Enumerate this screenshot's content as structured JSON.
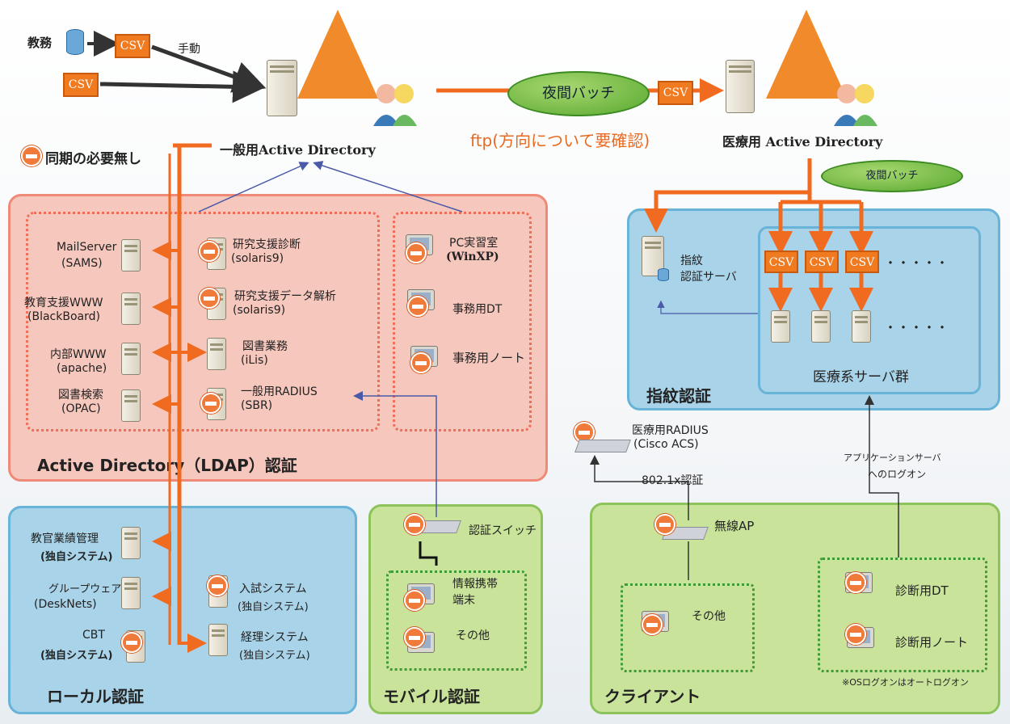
{
  "top": {
    "left_db_label": "教務",
    "csv": "CSV",
    "manual": "手動",
    "general_ad": "一般用Active Directory",
    "night_batch": "夜間バッチ",
    "ftp_note": "ftp(方向について要確認)",
    "medical_ad": "医療用 Active Directory",
    "night_batch_small": "夜間バッチ"
  },
  "legend": {
    "no_sync": "同期の必要無し"
  },
  "ldap_panel": {
    "title": "Active Directory（LDAP）認証",
    "left_servers": [
      {
        "name": "MailServer",
        "sub": "(SAMS)"
      },
      {
        "name": "教育支援WWW",
        "sub": "(BlackBoard)"
      },
      {
        "name": "内部WWW",
        "sub": "(apache)"
      },
      {
        "name": "図書検索",
        "sub": "(OPAC)"
      }
    ],
    "mid_servers": [
      {
        "name": "研究支援診断",
        "sub": "(solaris9)"
      },
      {
        "name": "研究支援データ解析",
        "sub": "(solaris9)"
      },
      {
        "name": "図書業務",
        "sub": "(iLis)"
      },
      {
        "name": "一般用RADIUS",
        "sub": "(SBR)"
      }
    ],
    "pcs": [
      {
        "name": "PC実習室",
        "sub": "(WinXP)"
      },
      {
        "name": "事務用DT"
      },
      {
        "name": "事務用ノート"
      }
    ]
  },
  "fingerprint_panel": {
    "title": "指紋認証",
    "server": "指紋",
    "server_sub": "認証サーバ",
    "group_label": "医療系サーバ群",
    "dots": "・・・・・"
  },
  "medical_radius": {
    "name": "医療用RADIUS",
    "sub": "(Cisco ACS)"
  },
  "auth_8021x": "802.1x認証",
  "app_logon": {
    "line1": "アプリケーションサーバ",
    "line2": "へのログオン"
  },
  "local_panel": {
    "title": "ローカル認証",
    "items": [
      {
        "name": "教官業績管理",
        "sub": "(独自システム)"
      },
      {
        "name": "グループウェア",
        "sub": "(DeskNets)"
      },
      {
        "name": "CBT",
        "sub": "(独自システム)"
      },
      {
        "name": "入試システム",
        "sub": "(独自システム)"
      },
      {
        "name": "経理システム",
        "sub": "(独自システム)"
      }
    ]
  },
  "mobile_panel": {
    "title": "モバイル認証",
    "switch": "認証スイッチ",
    "devices": [
      {
        "name": "情報携帯",
        "sub": "端末"
      },
      {
        "name": "その他"
      }
    ]
  },
  "client_panel": {
    "title": "クライアント",
    "ap": "無線AP",
    "other": "その他",
    "diag_dt": "診断用DT",
    "diag_note": "診断用ノート",
    "footnote": "※OSログオンはオートログオン"
  }
}
